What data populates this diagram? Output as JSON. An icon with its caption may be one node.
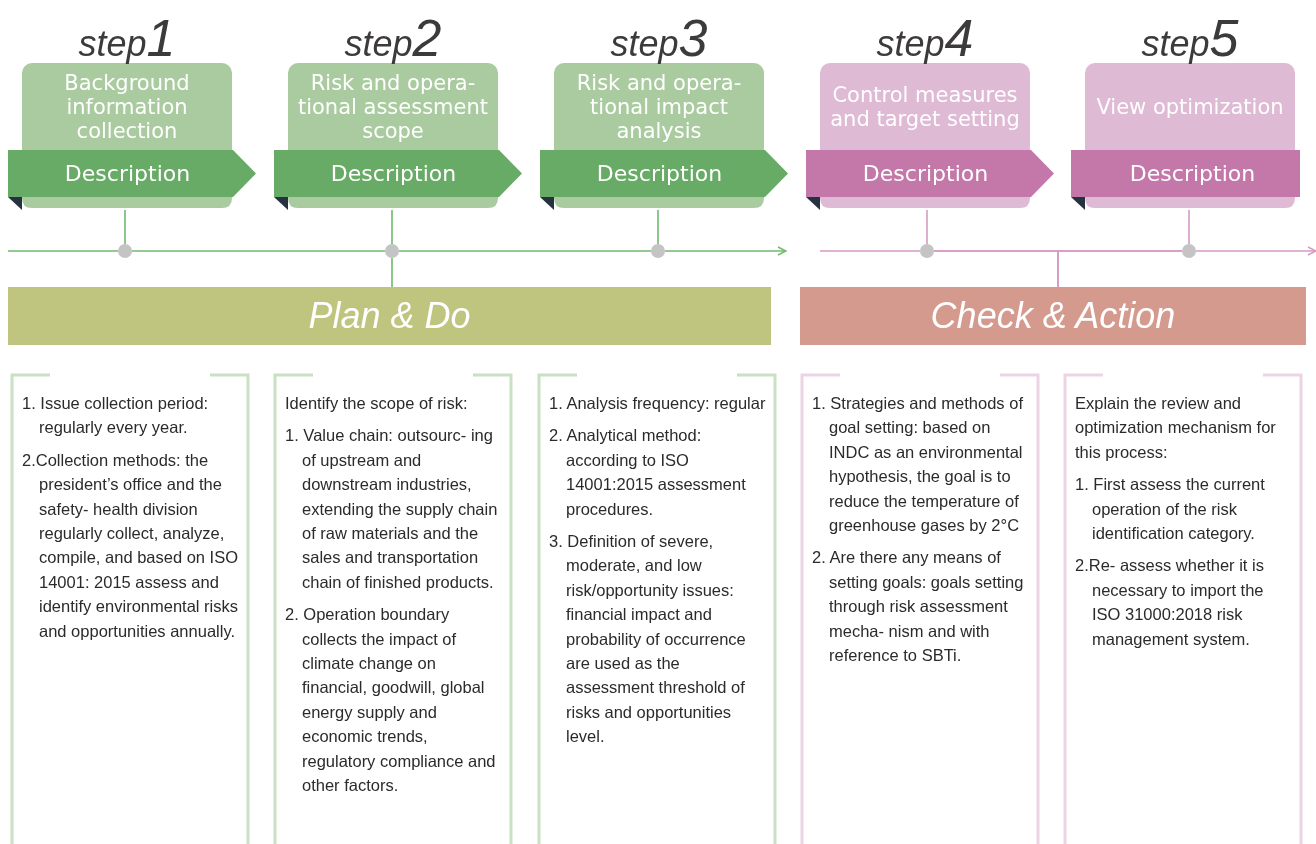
{
  "diagram": {
    "nodes": [
      {
        "text": [
          "step1",
          "Background information collection"
        ]
      },
      {
        "text": [
          "Description"
        ]
      },
      {
        "text": [
          "step2",
          "Risk and opera- tional assessment scope"
        ]
      },
      {
        "text": [
          "Description"
        ]
      },
      {
        "text": [
          "step3",
          "Risk and opera- tional impact analysis"
        ]
      },
      {
        "text": [
          "Description"
        ]
      },
      {
        "text": [
          "step4",
          "Control measures and target setting"
        ]
      },
      {
        "text": [
          "Description"
        ]
      },
      {
        "text": [
          "step5",
          "View optimization"
        ]
      },
      {
        "text": [
          "Description"
        ]
      },
      {
        "text": [],
        "shape": "circle"
      },
      {
        "text": [],
        "shape": "circle"
      },
      {
        "text": [],
        "shape": "circle"
      },
      {
        "text": [],
        "shape": "circle"
      },
      {
        "text": [],
        "shape": "circle"
      },
      {
        "text": [
          "Plan & Do"
        ]
      },
      {
        "text": [
          "Check & Action"
        ]
      },
      {
        "text": [
          "1. Issue collection period: regularly every year.",
          "2.Collection methods: the president’s office and the safety- health division regularly collect, analyze, compile, and based on ISO 14001: 2015 assess and identify environmental risks and opportunities annually."
        ]
      },
      {
        "text": [
          "Identify the scope of risk:",
          "1. Value chain: outsourc- ing of upstream and downstream industries, extending the supply chain of raw materials and the sales and transportation chain of finished products.",
          "2. Operation boundary collects the impact of climate change on financial, goodwill, global energy supply and economic trends, regulatory compliance and other factors."
        ]
      },
      {
        "text": [
          "1. Analysis frequency: regular",
          "2. Analytical method: according to ISO 14001:2015 assessment procedures.",
          "3. Definition of severe, moderate, and low risk/opportunity issues: financial impact and probability of occurrence are used as the assessment threshold of risks and opportunities level."
        ]
      },
      {
        "text": [
          "1. Strategies and methods of goal setting: based on INDC as an environmental hypothesis, the goal is to reduce the temperature of greenhouse gases by 2°C",
          "2. Are there any means of setting goals: goals setting through risk assessment mecha- nism and with reference to SBTi."
        ]
      },
      {
        "text": [
          "Explain the review and optimization mechanism for this process:",
          "1. First assess the current operation of the risk identification category.",
          "2.Re- assess whether it is necessary to import the ISO 31000:2018 risk management system."
        ]
      }
    ],
    "edges": [
      {
        "from": 1,
        "to": 10,
        "arrow": "none"
      },
      {
        "from": 3,
        "to": 11,
        "arrow": "none"
      },
      {
        "from": 5,
        "to": 12,
        "arrow": "none"
      },
      {
        "from": 7,
        "to": 13,
        "arrow": "none",
        "color": "#d69ac3"
      },
      {
        "from": 9,
        "to": 14,
        "arrow": "none",
        "color": "#d69ac3"
      },
      {
        "from": null,
        "to": 10,
        "arrow": "none"
      },
      {
        "from": 10,
        "to": 11,
        "arrow": "none"
      },
      {
        "from": 11,
        "to": 12,
        "arrow": "none"
      },
      {
        "from": 12,
        "to": null,
        "arrow": "to"
      },
      {
        "from": 11,
        "to": 15,
        "arrow": "none"
      },
      {
        "from": null,
        "to": 13,
        "arrow": "none",
        "color": "#d69ac3"
      },
      {
        "from": 13,
        "to": 14,
        "arrow": "none",
        "color": "#d69ac3"
      },
      {
        "from": 14,
        "to": null,
        "arrow": "to",
        "color": "#d69ac3"
      },
      {
        "from": 16,
        "to": 13,
        "arrow": "none",
        "color": "#d69ac3"
      },
      {
        "from": 16,
        "to": 14,
        "arrow": "none",
        "color": "#d69ac3"
      }
    ]
  }
}
